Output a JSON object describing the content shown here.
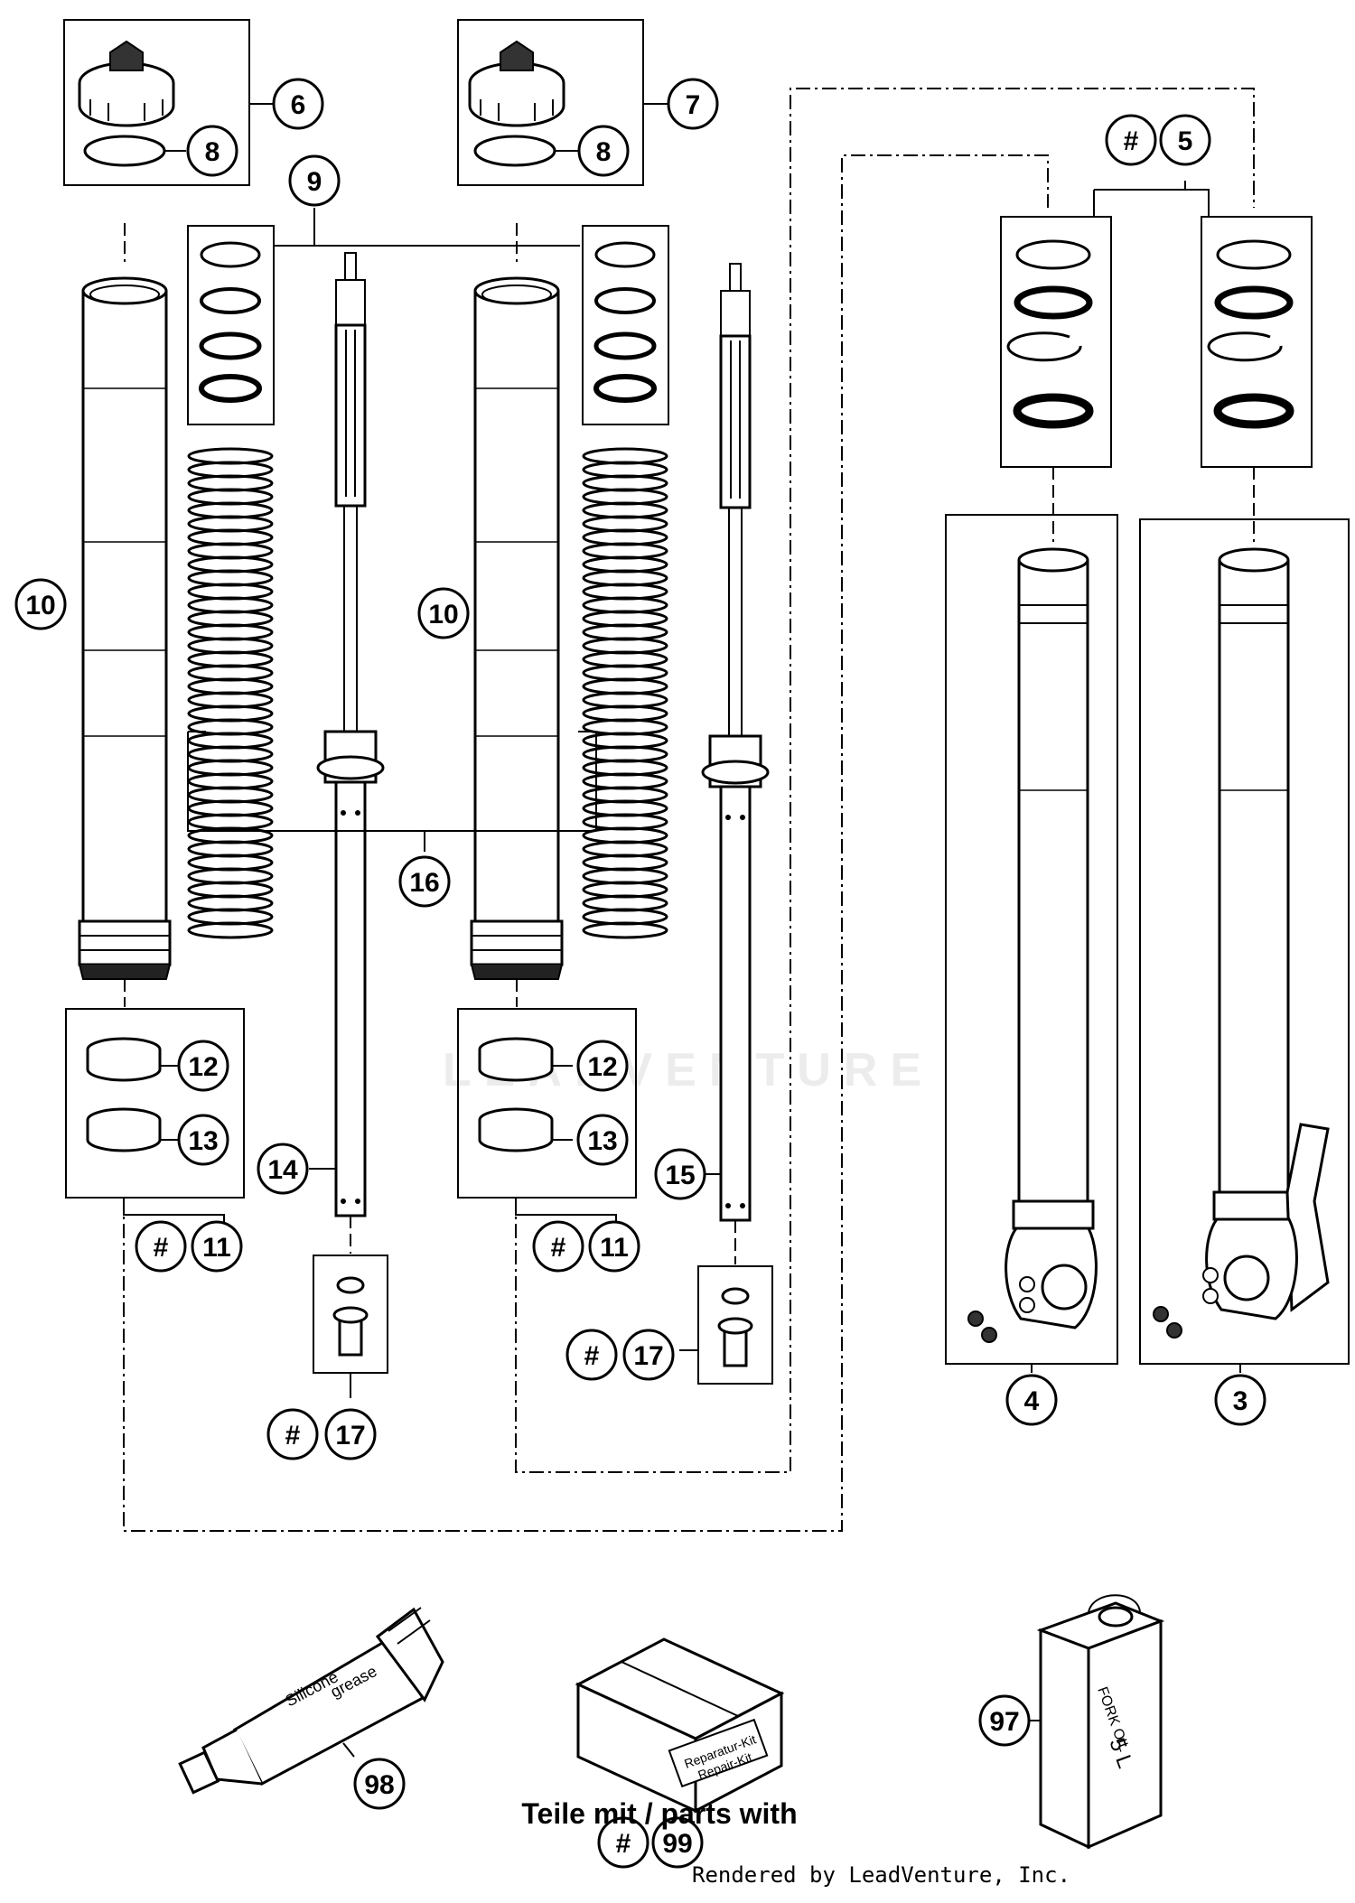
{
  "callouts": {
    "c3": "3",
    "c4": "4",
    "c5": "5",
    "c6": "6",
    "c7": "7",
    "c8": "8",
    "c9": "9",
    "c10": "10",
    "c11": "11",
    "c12": "12",
    "c13": "13",
    "c14": "14",
    "c15": "15",
    "c16": "16",
    "c17": "17",
    "c97": "97",
    "c98": "98",
    "c99": "99",
    "hash": "#"
  },
  "labels": {
    "parts_with": "Teile mit / parts with",
    "rendered_by": "Rendered by LeadVenture, Inc.",
    "watermark": "LEADVENTURE",
    "box_text_1": "Reparatur-Kit",
    "box_text_2": "Repair-Kit",
    "tube_text_1": "Silicone",
    "tube_text_2": "grease",
    "can_text_1": "FORK OIL",
    "can_text_2": "5 L"
  }
}
